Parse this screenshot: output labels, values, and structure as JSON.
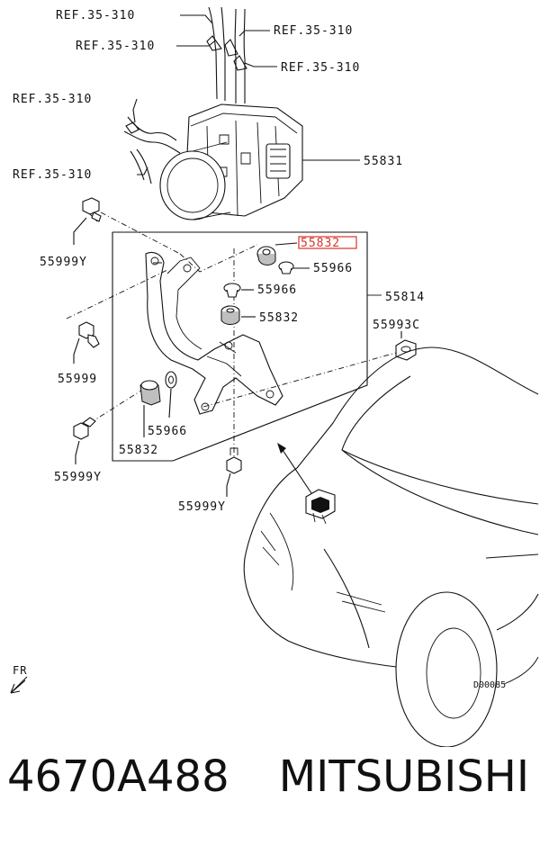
{
  "diagram": {
    "callouts": {
      "ref_1": "REF.35-310",
      "ref_2": "REF.35-310",
      "ref_3": "REF.35-310",
      "ref_4": "REF.35-310",
      "ref_5": "REF.35-310",
      "ref_6": "REF.35-310",
      "abs_unit": "55831",
      "bolt_top": "55999Y",
      "insulator_highlight": "55832",
      "collar_a": "55966",
      "collar_b": "55966",
      "bracket": "55814",
      "insulator_b": "55832",
      "bolt_left": "55999",
      "nut": "55993C",
      "collar_c": "55966",
      "bolt_lower_left": "55999Y",
      "insulator_c": "55832",
      "bolt_bottom": "55999Y"
    },
    "front_marker": "FR",
    "diagram_code": "D00085",
    "highlight_color": "#d8332b"
  },
  "footer": {
    "part_number": "4670A488",
    "brand": "MITSUBISHI"
  }
}
